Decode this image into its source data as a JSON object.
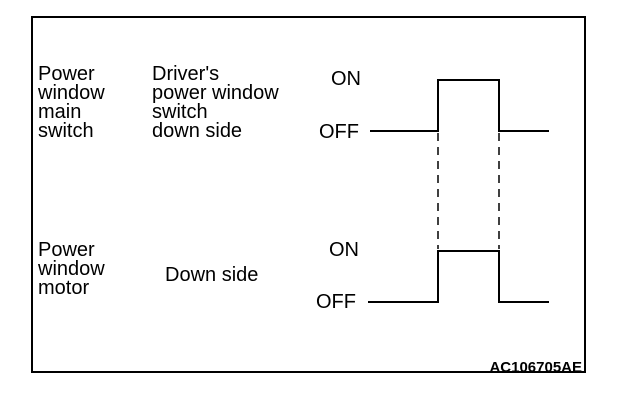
{
  "rows": [
    {
      "device": "Power\nwindow\nmain\nswitch",
      "condition": "Driver's\npower window\nswitch\ndown side",
      "on_label": "ON",
      "off_label": "OFF"
    },
    {
      "device": "Power\nwindow\nmotor",
      "condition": "Down side",
      "on_label": "ON",
      "off_label": "OFF"
    }
  ],
  "figure_code": "AC106705AE",
  "colors": {
    "line": "#000000",
    "background": "#ffffff"
  }
}
